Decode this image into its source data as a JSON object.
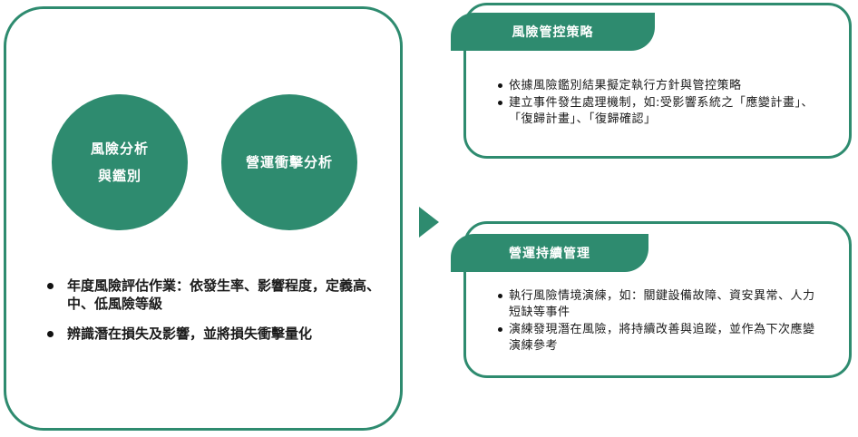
{
  "left": {
    "circle_risk": {
      "line1": "風險分析",
      "line2": "與鑑別"
    },
    "circle_bia": {
      "label": "營運衝擊分析"
    },
    "bullets": [
      "年度風險評估作業：依發生率、影響程度，定義高、中、低風險等級",
      "辨識潛在損失及影響，並將損失衝擊量化"
    ]
  },
  "risk_mgmt": {
    "title": "風險管控策略",
    "bullets": [
      "依據風險鑑別結果擬定執行方針與管控策略",
      "建立事件發生處理機制，如:受影響系統之「應變計畫」、「復歸計畫」、「復歸確認」"
    ]
  },
  "continuity": {
    "title": "營運持續管理",
    "bullets": [
      "執行風險情境演練，如：關鍵設備故障、資安異常、人力短缺等事件",
      "演練發現潛在風險，將持續改善與追蹤，並作為下次應變演練參考"
    ]
  },
  "colors": {
    "accent": "#2e8b6f",
    "text": "#1a1a1a",
    "background": "#ffffff"
  },
  "icons": {
    "arrow": "triangle-right-icon"
  }
}
